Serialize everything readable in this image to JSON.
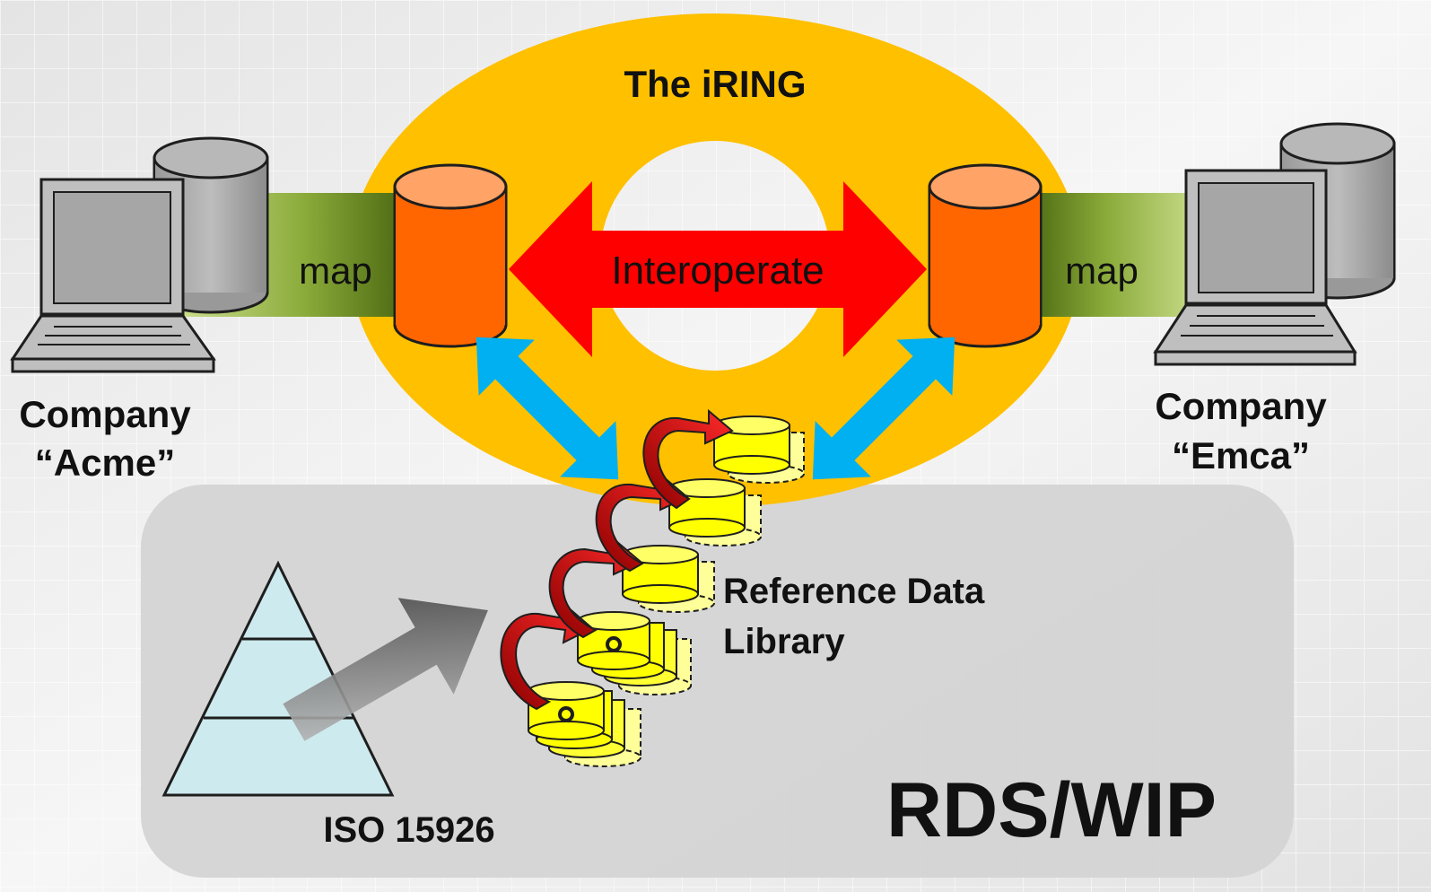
{
  "ring": {
    "title": "The iRING"
  },
  "center_arrow": {
    "label": "Interoperate"
  },
  "left_company": {
    "map_label": "map",
    "name_line1": "Company",
    "name_line2": "“Acme”"
  },
  "right_company": {
    "map_label": "map",
    "name_line1": "Company",
    "name_line2": "“Emca”"
  },
  "library": {
    "label_line1": "Reference Data",
    "label_line2": "Library"
  },
  "standard": {
    "label": "ISO 15926"
  },
  "panel": {
    "title": "RDS/WIP"
  },
  "colors": {
    "ring": "#ffc000",
    "hub_cylinder": "#ff6600",
    "hub_cylinder_top": "#ffa366",
    "interoperate_arrow": "#ff0000",
    "link_arrow": "#00b0f0",
    "rdl_cylinder": "#ffff00",
    "curved_arrow": "#cc0000",
    "pyramid": "#cdeaee",
    "panel": "#d3d3d3",
    "map_band": "#5a7a1a"
  }
}
